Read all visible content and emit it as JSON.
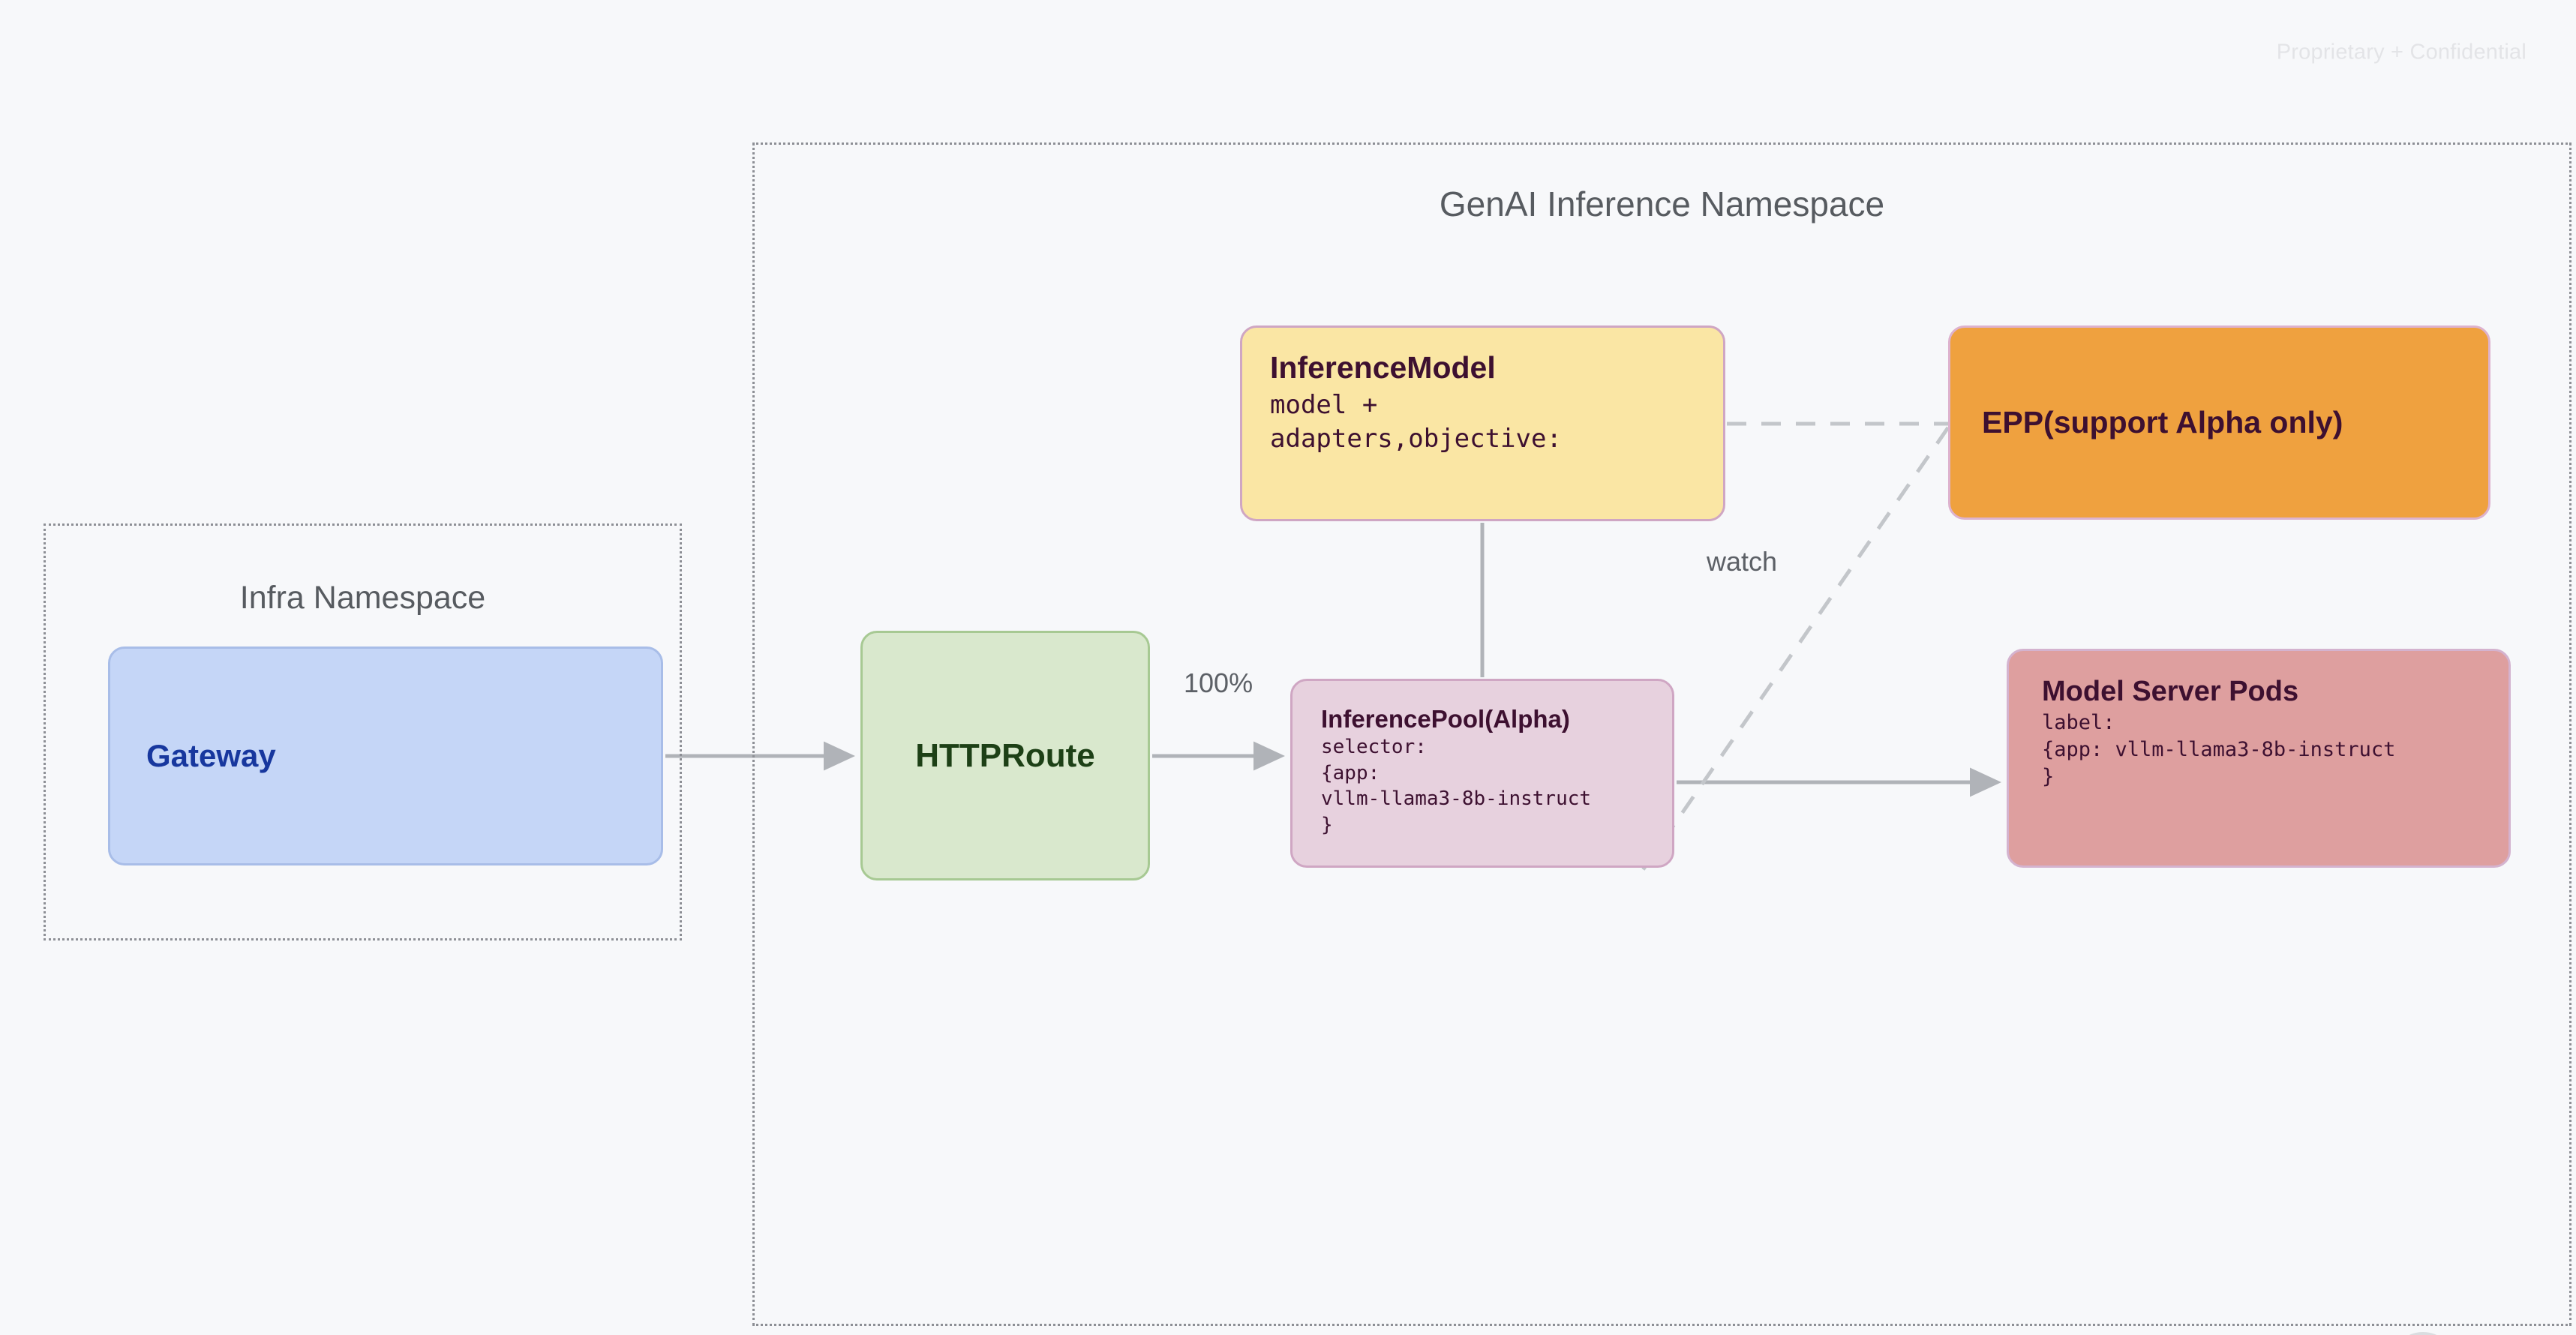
{
  "page": {
    "confidential_notice": "Proprietary + Confidential",
    "background_color": "#f7f8fa"
  },
  "namespaces": [
    {
      "id": "infra",
      "title": "Infra Namespace",
      "border_style": "dotted",
      "border_color": "#8d8f95"
    },
    {
      "id": "genai",
      "title": "GenAI Inference Namespace",
      "border_style": "dotted",
      "border_color": "#8d8f95"
    }
  ],
  "nodes": {
    "gateway": {
      "title": "Gateway",
      "fill": "#c5d6f7",
      "border": "#a8bde8",
      "text_color": "#17379e"
    },
    "httproute": {
      "title": "HTTPRoute",
      "fill": "#d9e8cd",
      "border": "#a7c993",
      "text_color": "#1d4016"
    },
    "inferencemodel": {
      "title": "InferenceModel",
      "body": "model +\nadapters,objective:",
      "fill": "#fae6a4",
      "border": "#cfa6c3",
      "text_color": "#3d1030"
    },
    "inferencepool": {
      "title": "InferencePool(Alpha)",
      "body": "selector:\n{app:\nvllm-llama3-8b-instruct\n}",
      "fill": "#e7d1de",
      "border": "#cfa6c3",
      "text_color": "#3d1030"
    },
    "epp": {
      "title": "EPP(support Alpha only)",
      "fill": "#efa13f",
      "border": "#ddb2ce",
      "text_color": "#3d1030"
    },
    "modelserverpods": {
      "title": "Model Server Pods",
      "body": "label:\n{app: vllm-llama3-8b-instruct\n}",
      "fill": "#de9f9f",
      "border": "#d4b3cf",
      "text_color": "#3d1030"
    }
  },
  "edges": {
    "gateway_to_httproute": {
      "label": "",
      "style": "solid",
      "arrow": true
    },
    "httproute_to_inferencepool": {
      "label": "100%",
      "style": "solid",
      "arrow": true
    },
    "inferencepool_to_modelserverpods": {
      "label": "",
      "style": "solid",
      "arrow": true
    },
    "inferencemodel_to_inferencepool": {
      "label": "",
      "style": "solid",
      "arrow": false
    },
    "inferencemodel_to_epp": {
      "label": "",
      "style": "dashed",
      "arrow": false
    },
    "epp_to_inferencepool": {
      "label": "watch",
      "style": "dashed",
      "arrow": false
    }
  },
  "labels": {
    "traffic_split": "100%",
    "watch": "watch"
  },
  "colors": {
    "edge_gray": "#b0b3b8",
    "dashed_gray": "#c3c6ca",
    "namespace_text": "#575b60"
  }
}
